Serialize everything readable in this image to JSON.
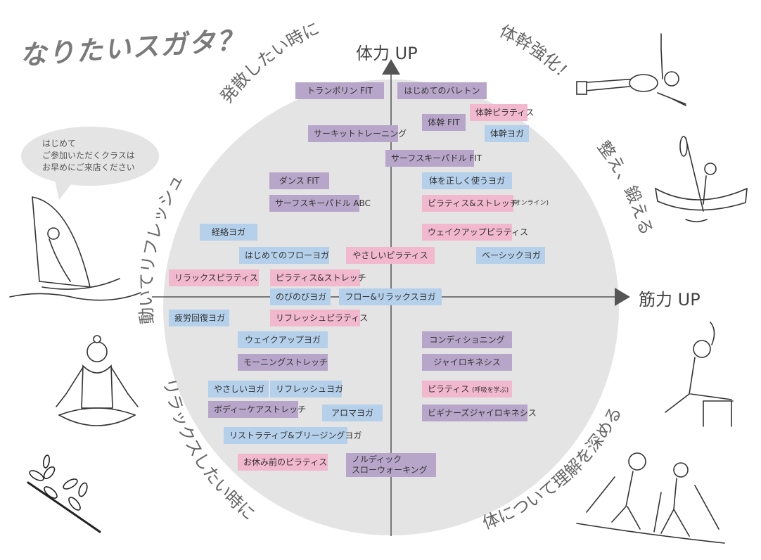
{
  "title": "なりたいスガタ？",
  "axes": {
    "up": "体力 UP",
    "right": "筋力 UP"
  },
  "speech_bubble": [
    "はじめて",
    "ご参加いただくクラスは",
    "お早めにご来店ください"
  ],
  "arc_labels": {
    "top_left": "発散したい時に",
    "top_right": "体幹強化！",
    "right_upper": "整え、鍛える",
    "left_upper": "動いてリフレッシュ",
    "left_lower": "リラックスしたい時に",
    "right_lower": "体について理解を深める"
  },
  "colors": {
    "pink": "#f2b8cd",
    "purple": "#b7a6c9",
    "blue": "#b5d0ea",
    "circle": "#e4e4e5"
  },
  "illustrations": [
    "yoga-plank-icon",
    "paddle-board-icon",
    "windsurf-icon",
    "meditation-icon",
    "stretch-chair-icon",
    "nordic-walking-icon",
    "leaf-branch-icon"
  ],
  "classes": [
    {
      "label": "トランポリン FIT",
      "color": "purple"
    },
    {
      "label": "はじめてのバレトン",
      "color": "purple"
    },
    {
      "label": "体幹ピラティス",
      "color": "pink"
    },
    {
      "label": "体幹 FIT",
      "color": "purple"
    },
    {
      "label": "体幹ヨガ",
      "color": "blue"
    },
    {
      "label": "サーキットトレーニング",
      "color": "purple"
    },
    {
      "label": "サーフスキーパドル FIT",
      "color": "purple"
    },
    {
      "label": "ダンス FIT",
      "color": "purple"
    },
    {
      "label": "体を正しく使うヨガ",
      "color": "blue"
    },
    {
      "label": "サーフスキーパドル ABC",
      "color": "purple"
    },
    {
      "label": "ピラティス&ストレッチ",
      "note": "(オンライン)",
      "color": "pink"
    },
    {
      "label": "経絡ヨガ",
      "color": "blue"
    },
    {
      "label": "ウェイクアップピラティス",
      "color": "pink"
    },
    {
      "label": "はじめてのフローヨガ",
      "color": "blue"
    },
    {
      "label": "やさしいピラティス",
      "color": "pink"
    },
    {
      "label": "ベーシックヨガ",
      "color": "blue"
    },
    {
      "label": "リラックスピラティス",
      "color": "pink"
    },
    {
      "label": "ピラティス&ストレッチ",
      "color": "pink"
    },
    {
      "label": "のびのびヨガ",
      "color": "blue"
    },
    {
      "label": "フロー&リラックスヨガ",
      "color": "blue"
    },
    {
      "label": "疲労回復ヨガ",
      "color": "blue"
    },
    {
      "label": "リフレッシュピラティス",
      "color": "pink"
    },
    {
      "label": "ウェイクアップヨガ",
      "color": "blue"
    },
    {
      "label": "コンディショニング",
      "color": "purple"
    },
    {
      "label": "モーニングストレッチ",
      "color": "purple"
    },
    {
      "label": "ジャイロキネシス",
      "color": "purple"
    },
    {
      "label": "やさしいヨガ",
      "color": "blue"
    },
    {
      "label": "リフレッシュヨガ",
      "color": "blue"
    },
    {
      "label": "ピラティス",
      "note": "(呼吸を学ぶ)",
      "color": "pink"
    },
    {
      "label": "ボディーケアストレッチ",
      "color": "purple"
    },
    {
      "label": "アロマヨガ",
      "color": "blue"
    },
    {
      "label": "ビギナーズジャイロキネシス",
      "color": "purple"
    },
    {
      "label": "リストラティブ&ブリージングヨガ",
      "color": "blue"
    },
    {
      "label": "お休み前のピラティス",
      "color": "pink"
    },
    {
      "label": "ノルディック",
      "label2": "スローウォーキング",
      "color": "purple"
    }
  ]
}
